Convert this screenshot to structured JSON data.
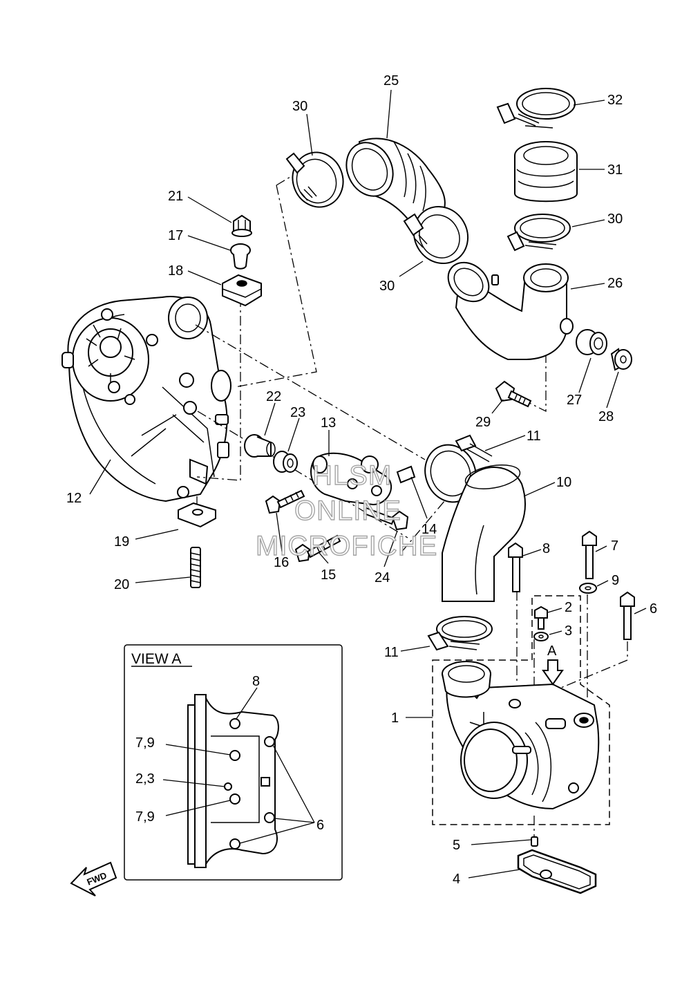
{
  "labels": {
    "l1": "1",
    "l2": "2",
    "l3": "3",
    "l4": "4",
    "l5": "5",
    "l6": "6",
    "l7": "7",
    "l8": "8",
    "l9": "9",
    "l10": "10",
    "l11a": "11",
    "l11b": "11",
    "l12": "12",
    "l13": "13",
    "l14": "14",
    "l15": "15",
    "l16": "16",
    "l17": "17",
    "l18": "18",
    "l19": "19",
    "l20": "20",
    "l21": "21",
    "l22": "22",
    "l23": "23",
    "l24": "24",
    "l25": "25",
    "l26": "26",
    "l27": "27",
    "l28": "28",
    "l29": "29",
    "l30a": "30",
    "l30b": "30",
    "l30c": "30",
    "l31": "31",
    "l32": "32",
    "lA": "A"
  },
  "view_a": {
    "title": "VIEW A",
    "l8": "8",
    "l79a": "7,9",
    "l23": "2,3",
    "l79b": "7,9",
    "l6": "6"
  },
  "fwd_label": "FWD",
  "watermark": {
    "line1": "HLSM",
    "line2": "ONLINE",
    "line3": "MICROFICHE"
  }
}
